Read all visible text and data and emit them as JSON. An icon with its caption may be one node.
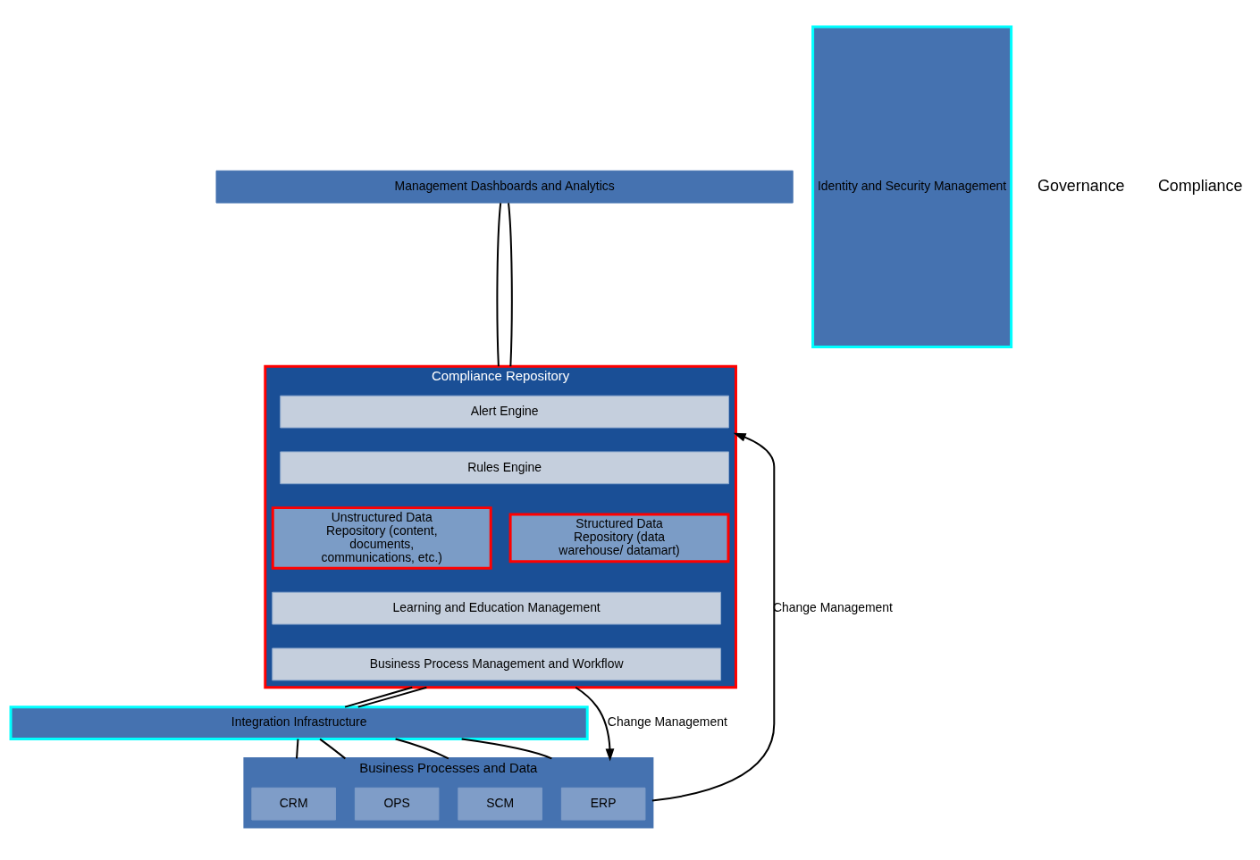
{
  "diagram": {
    "nodes": [
      {
        "text": [
          "Management Dashboards and Analytics"
        ]
      },
      {
        "text": [
          "Compliance Repository"
        ]
      },
      {
        "text": [
          "Alert Engine"
        ],
        "in": 1
      },
      {
        "text": [
          "Rules Engine"
        ],
        "in": 1
      },
      {
        "text": [
          "Unstructured Data Repository (content, documents, communications, etc.)"
        ],
        "in": 1
      },
      {
        "text": [
          "Structured Data Repository (data warehouse/ datamart)"
        ],
        "in": 1
      },
      {
        "text": [
          "Learning and Education Management"
        ],
        "in": 1
      },
      {
        "text": [
          "Business Process Management and Workflow"
        ],
        "in": 1
      },
      {
        "text": [
          "Integration Infrastructure"
        ]
      },
      {
        "text": [
          "Business Processes and Data"
        ]
      },
      {
        "text": [
          "ERP"
        ],
        "in": 9
      },
      {
        "text": [
          "SCM"
        ],
        "in": 9
      },
      {
        "text": [
          "CRM"
        ],
        "in": 9
      },
      {
        "text": [
          "OPS"
        ],
        "in": 9
      },
      {
        "text": [
          "Identity and Security Management"
        ]
      }
    ],
    "edges": [
      {
        "from": 0,
        "to": 1,
        "arrow": "none"
      },
      {
        "from": 0,
        "to": 1,
        "arrow": "none"
      },
      {
        "from": 1,
        "to": 8,
        "arrow": "none"
      },
      {
        "from": 1,
        "to": 8,
        "arrow": "none"
      },
      {
        "from": 8,
        "to": 9,
        "arrow": "none"
      },
      {
        "from": 8,
        "to": 9,
        "arrow": "none"
      },
      {
        "from": 8,
        "to": 9,
        "arrow": "none"
      },
      {
        "from": 8,
        "to": 9,
        "arrow": "none"
      },
      {
        "from": 9,
        "to": 1,
        "arrow": "to",
        "label": "Change Management"
      },
      {
        "from": 1,
        "to": 9,
        "arrow": "to",
        "label": "Change Management"
      }
    ],
    "labels": [
      "Governance",
      "Compliance"
    ]
  }
}
